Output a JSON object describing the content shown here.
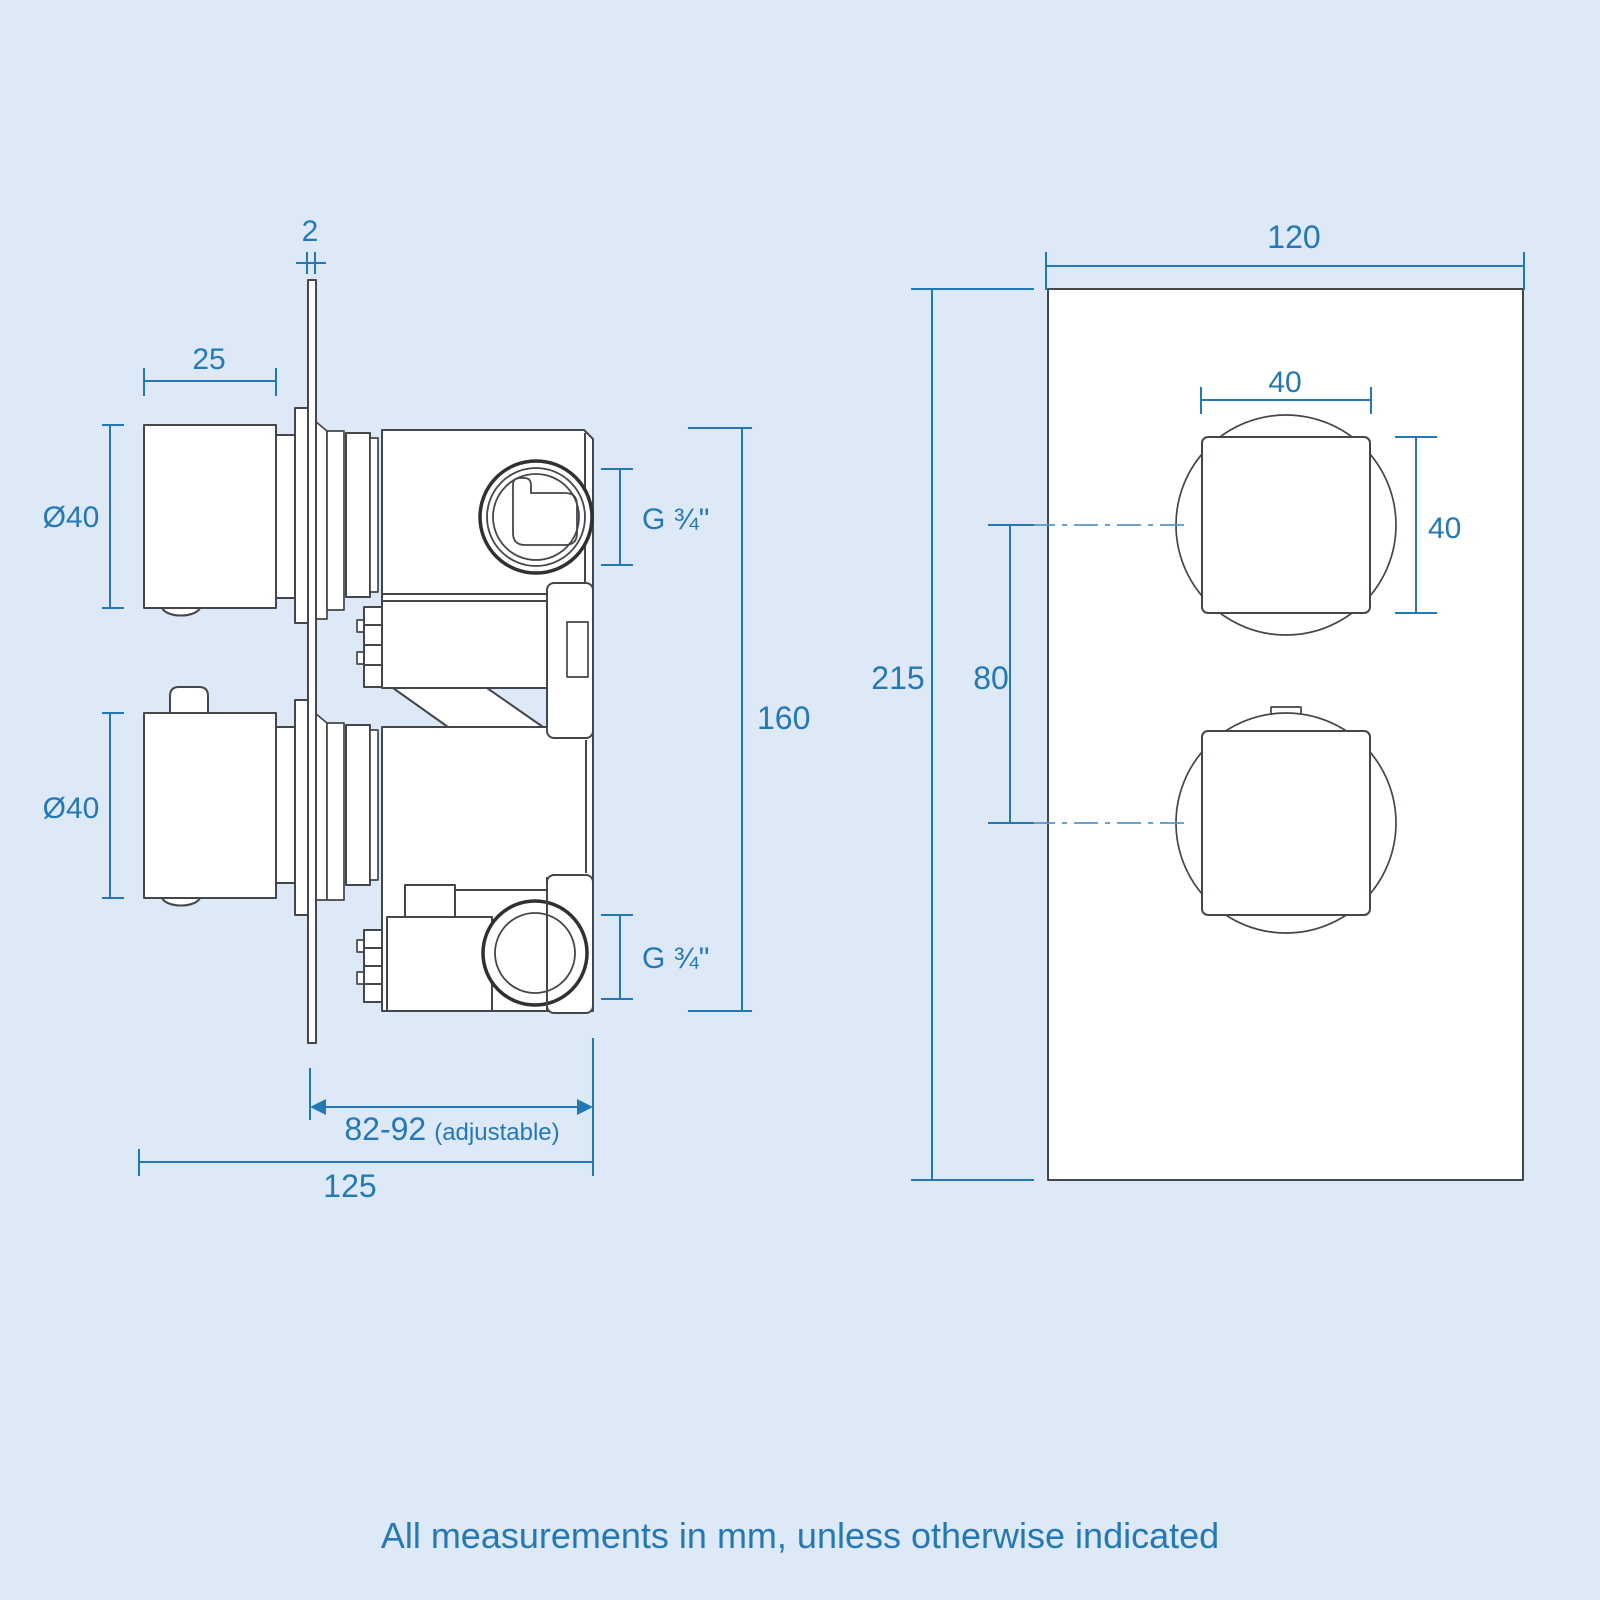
{
  "side_view": {
    "plate_thickness": "2",
    "knob_depth": "25",
    "knob_diameter_top": "Ø40",
    "knob_diameter_bottom": "Ø40",
    "body_height": "160",
    "thread_top": "G ¾\"",
    "thread_bottom": "G ¾\"",
    "adjustable_range": "82-92",
    "adjustable_suffix": "(adjustable)",
    "overall_width": "125"
  },
  "front_view": {
    "plate_width": "120",
    "plate_height": "215",
    "knob_centres": "80",
    "knob_width": "40",
    "knob_height": "40"
  },
  "footer": {
    "note": "All measurements in mm, unless otherwise indicated"
  },
  "colors": {
    "background": "#dde9f7",
    "drawing_line": "#43464a",
    "dimension_blue": "#2478b4"
  }
}
